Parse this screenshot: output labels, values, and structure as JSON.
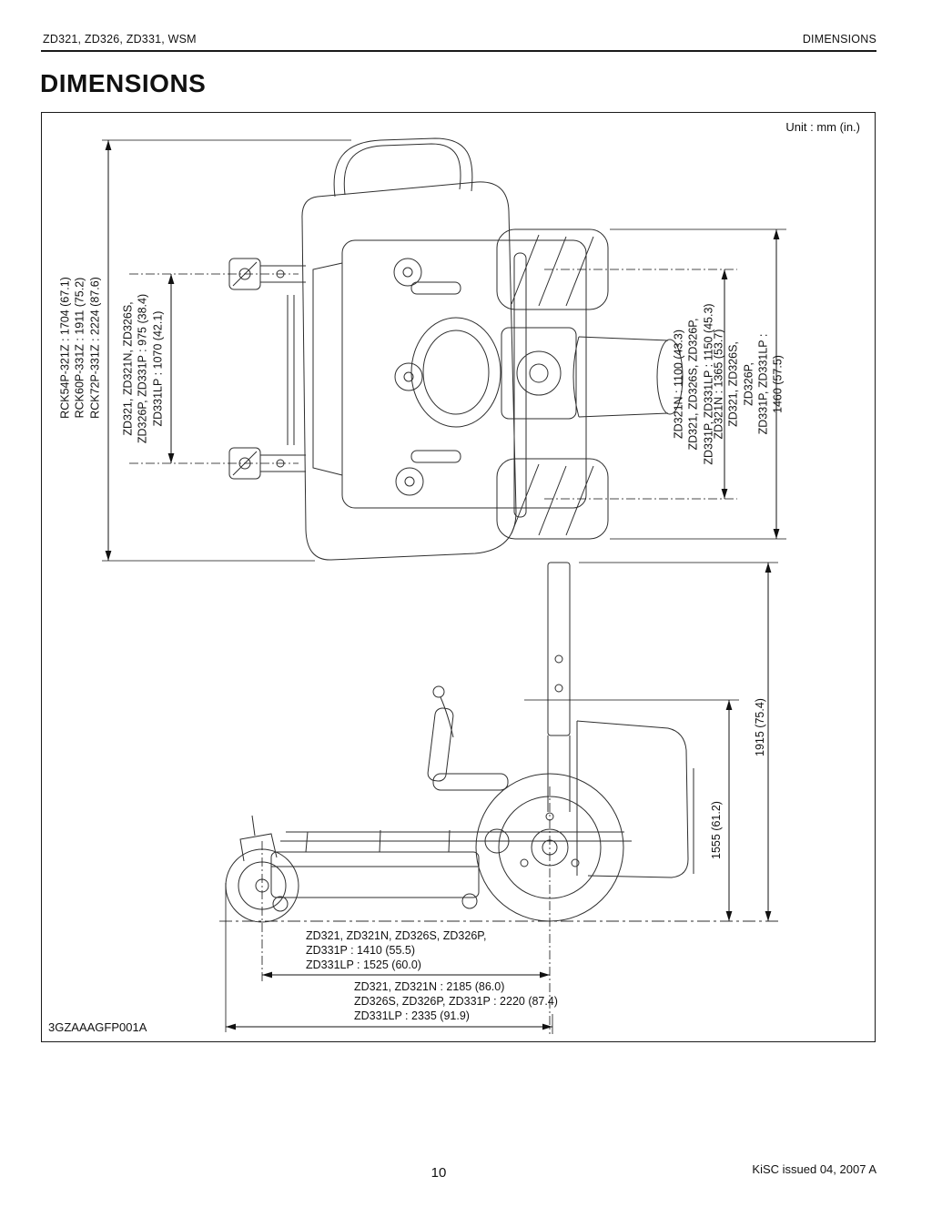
{
  "header": {
    "left": "ZD321, ZD326, ZD331, WSM",
    "right": "DIMENSIONS"
  },
  "title": "DIMENSIONS",
  "figure": {
    "unit_note": "Unit : mm (in.)",
    "code": "3GZAAAGFP001A"
  },
  "top_view": {
    "width_overall_deck": "RCK54P-321Z : 1704 (67.1)\nRCK60P-331Z : 1911 (75.2)\nRCK72P-331Z : 2224 (87.6)",
    "width_front_tread": "ZD321, ZD321N, ZD326S,\nZD326P, ZD331P : 975 (38.4)\nZD331LP : 1070 (42.1)",
    "width_rear_tread": "ZD321N : 1100 (43.3)\nZD321, ZD326S, ZD326P,\nZD331P, ZD331LP : 1150 (45.3)",
    "width_rear_overall": "ZD321N : 1365 (53.7)\nZD321, ZD326S, ZD326P,\nZD331P, ZD331LP : 1460 (57.5)"
  },
  "side_view": {
    "height_seat_level": "1555 (61.2)",
    "height_overall": "1915 (75.4)",
    "length_wheelbase": "ZD321, ZD321N, ZD326S, ZD326P,\nZD331P : 1410 (55.5)\nZD331LP : 1525 (60.0)",
    "length_overall": "ZD321, ZD321N : 2185 (86.0)\nZD326S, ZD326P, ZD331P : 2220 (87.4)\nZD331LP : 2335 (91.9)"
  },
  "footer": {
    "page_number": "10",
    "right": "KiSC issued 04, 2007 A"
  }
}
